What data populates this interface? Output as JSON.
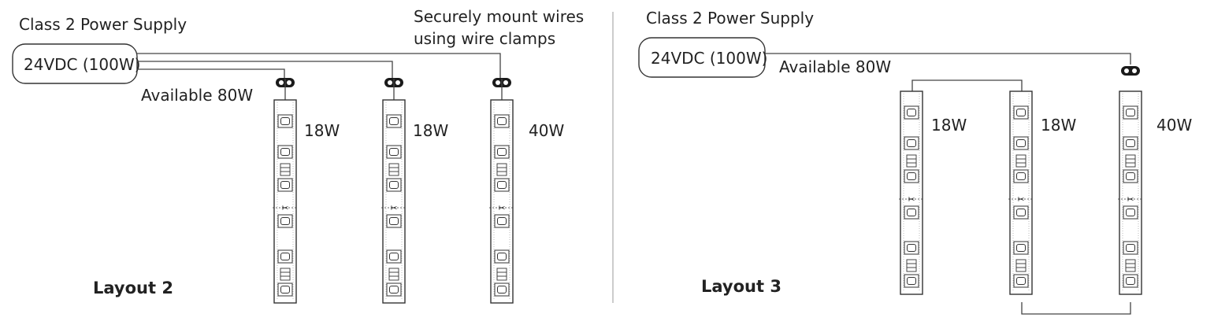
{
  "layout2": {
    "title": "Layout 2",
    "supply_label": "Class 2 Power Supply",
    "supply_rating": "24VDC (100W)",
    "available": "Available 80W",
    "note_line1": "Securely mount wires",
    "note_line2": "using wire clamps",
    "strips": [
      {
        "watt": "18W"
      },
      {
        "watt": "18W"
      },
      {
        "watt": "40W"
      }
    ]
  },
  "layout3": {
    "title": "Layout 3",
    "supply_label": "Class 2 Power Supply",
    "supply_rating": "24VDC (100W)",
    "available": "Available 80W",
    "strips": [
      {
        "watt": "18W"
      },
      {
        "watt": "18W"
      },
      {
        "watt": "40W"
      }
    ]
  }
}
